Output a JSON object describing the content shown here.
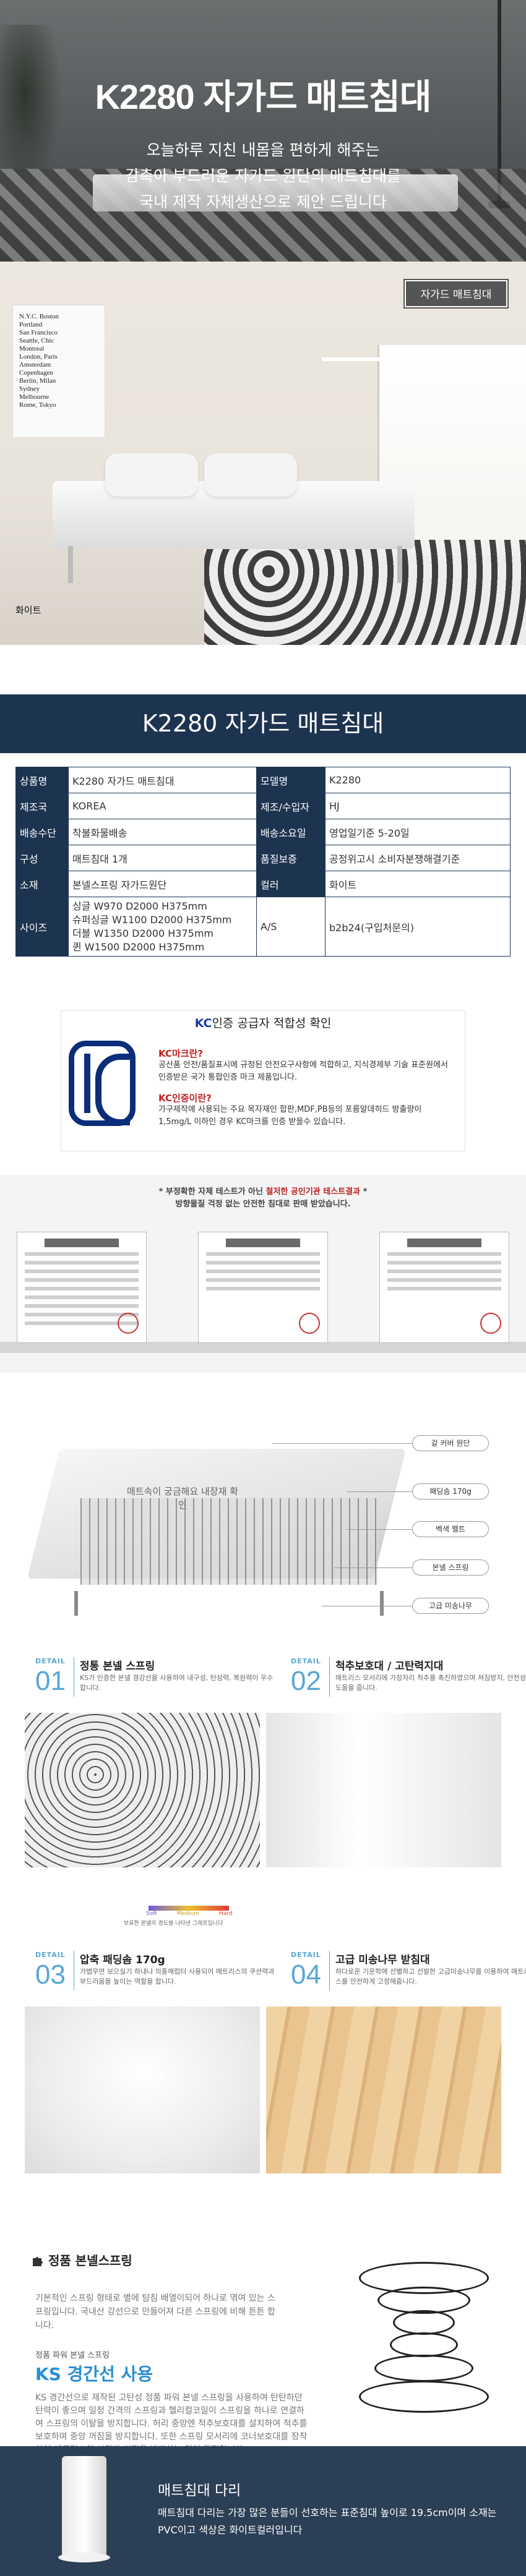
{
  "hero": {
    "title": "K2280 자가드 매트침대",
    "subtitle_lines": [
      "오늘하루 지친 내몸을 편하게 해주는",
      "감촉아 부드러운 자가드 원단의 매트침대를",
      "국내 제작 자체생산으로 제안 드립니다"
    ]
  },
  "room": {
    "tag": "자가드 매트침대",
    "color_label": "화이트",
    "poster_lines": [
      "N.Y.C. Boston",
      "Portland",
      "San Francisco",
      "Seattle, Chic",
      "Montreal",
      "London, Paris",
      "Amsterdam",
      "Copenhagen",
      "Berlin, Milan",
      "Sydney",
      "Melbourne",
      "Rome, Tokyo"
    ]
  },
  "band": {
    "title": "K2280 자가드 매트침대"
  },
  "spec": {
    "rows": [
      {
        "k1": "상품명",
        "v1": "K2280 자가드 매트침대",
        "k2": "모델명",
        "v2": "K2280"
      },
      {
        "k1": "제조국",
        "v1": "KOREA",
        "k2": "제조/수입자",
        "v2": "HJ"
      },
      {
        "k1": "배송수단",
        "v1": "착불화물배송",
        "k2": "배송소요일",
        "v2": "영업일기준 5-20일"
      },
      {
        "k1": "구성",
        "v1": "매트침대 1개",
        "k2": "품질보증",
        "v2": "공정위고시 소비자분쟁해결기준"
      },
      {
        "k1": "소재",
        "v1": "본넬스프링 자가드원단",
        "k2": "컬러",
        "v2": "화이트"
      }
    ],
    "size_label": "사이즈",
    "sizes": [
      "싱글 W970 D2000 H375mm",
      "슈퍼싱글 W1100 D2000 H375mm",
      "더블 W1350 D2000 H375mm",
      "퀸 W1500 D2000 H375mm"
    ],
    "as_label": "A/S",
    "as_value": "b2b24(구입처문의)"
  },
  "kc": {
    "title_kc": "KC",
    "title_rest": "인증 공급자 적합성 확인",
    "q1": "KC마크란?",
    "a1": "공산품 안전/품질표시에 규정된 안전요구사항에 적합하고, 지식경제부 기술 표준원에서 인증받은 국가 통합인증 마크 제품입니다.",
    "q2": "KC인증이란?",
    "a2": "가구제작에 사용되는 주요 목자재인 합판,MDF,PB등의 포름알데히드 방출량이 1,5mg/L 이하인 경우 KC마크를 인증 받을수 있습니다."
  },
  "tests": {
    "line1_pre": "* 부정확한 자체 테스트가 아닌 ",
    "line1_red": "철저한 공인기관 테스트결과",
    "line1_post": " *",
    "line2": "방향물질 걱정 없는 안전한 침대로 판매 받았습니다."
  },
  "layers": {
    "note": "매트속이 궁금해요 내장재 확인",
    "labels": [
      "겉 커버 원단",
      "패딩솜 170g",
      "벡색 펠트",
      "본넬 스프링",
      "고급 미송나무"
    ]
  },
  "details": [
    {
      "tag": "DETAIL",
      "num": "01",
      "title": "정통 본넬 스프링",
      "desc": "KS가 인증한 본넬 경강선을 사용하여 내구성, 탄성력, 복원력이 우수합니다."
    },
    {
      "tag": "DETAIL",
      "num": "02",
      "title": "척추보호대 / 고탄력지대",
      "desc": "매트리스 모서리에 가장자리 척추를 촉진하였으며 쳐짐방지, 안전성에 도움을 줍니다."
    },
    {
      "tag": "DETAIL",
      "num": "03",
      "title": "압축 패딩솜 170g",
      "desc": "가볍우면 보으실기 하내나 의통해럽터 사용되어 매트리스의 쿠션력과 부드러움을 높이는 역할을 합니다."
    },
    {
      "tag": "DETAIL",
      "num": "04",
      "title": "고급 미송나무 받침대",
      "desc": "하다로운 기운학에 선별하고 선발한 고급미송나무를 이용하여 매트리스를 안전하게 고정해줍니다."
    }
  ],
  "scale": {
    "soft": "Soft",
    "medium": "Medium",
    "hard": "Hard",
    "caption": "보유한 본넬의 경도를 나타낸 그래프입니다"
  },
  "spring": {
    "title": "정품 본넬스프링",
    "text": "기본적인 스프링 형태로 별에 탐침 배열이되어 하나로 엮여 있는 스프링입니다. 국내산 강선으로 만들어져 다른 스프링에 비해 튼튼 합니다.",
    "ks_small": "정품 파워 본넬 스프링",
    "ks_title": "KS 경간선 사용",
    "ks_text": "KS 경간선으로 제작된 고탄성 정품 파워 본넬 스프링을 사용하여 탄탄하던 탄력이 좋으며 일정 간격의 스프링과 헬리컬코일이 스프링을 하나로 연결하여 스프링의 이탈을 방지합니다. 허리 중앙엔 척추보호대를 설치하여 척추를 보호하며 중앙 꺼짐을 방지합니다. 또한 스프링 모서리에 코너보호대를 장착하여 매트리스의 처짐과 꺼짐을 방지하는 것이 특징입니다."
  },
  "leg": {
    "title": "매트침대 다리",
    "desc": "매트침대 다리는 가장 많은 분들이 선호하는 표준침대 높이로 19.5cm이며 소재는 PVC이고 색상은 화이트컬러입니다"
  }
}
